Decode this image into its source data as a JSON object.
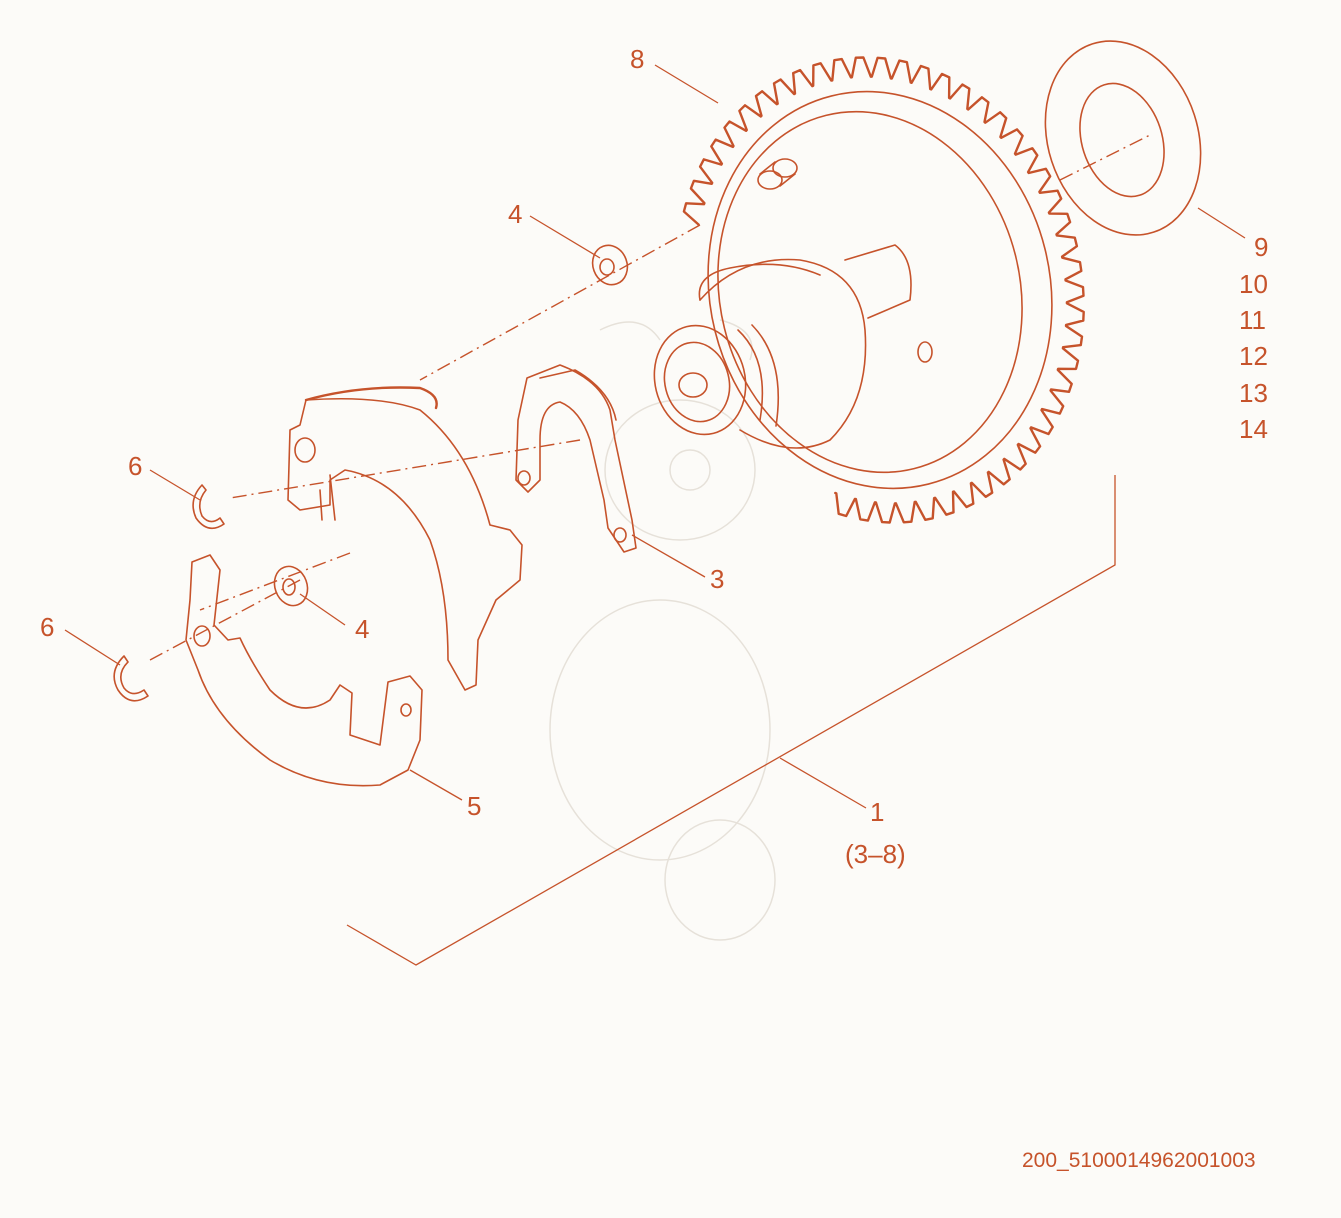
{
  "callouts": {
    "c8": "8",
    "c4_top": "4",
    "c6_top": "6",
    "c6_bottom": "6",
    "c4_bottom": "4",
    "c3": "3",
    "c5": "5",
    "c1": "1",
    "c1_range": "(3–8)",
    "c9_14": [
      "9",
      "10",
      "11",
      "12",
      "13",
      "14"
    ]
  },
  "drawing_code": "200_5100014962001003",
  "colors": {
    "line": "#c6532b",
    "background": "#fcfbf8",
    "watermark": "#e6e1d9"
  }
}
